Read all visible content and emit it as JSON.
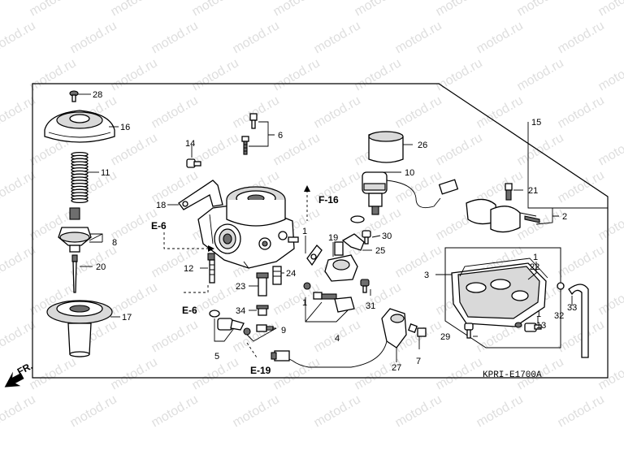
{
  "watermark": "motod.ru",
  "diagram_code": "KPRI-E1700A",
  "front_marker": "FR.",
  "callouts": {
    "c1a": "1",
    "c1b": "1",
    "c1c": "1",
    "c2": "2",
    "c3": "3",
    "c4": "4",
    "c5": "5",
    "c6": "6",
    "c7": "7",
    "c8": "8",
    "c9": "9",
    "c10": "10",
    "c11": "11",
    "c12": "12",
    "c13": "13",
    "c14": "14",
    "c15": "15",
    "c16": "16",
    "c17": "17",
    "c18": "18",
    "c19": "19",
    "c20": "20",
    "c21": "21",
    "c22": "22",
    "c23": "23",
    "c24": "24",
    "c25": "25",
    "c26": "26",
    "c27": "27",
    "c28": "28",
    "c29": "29",
    "c30": "30",
    "c31": "31",
    "c32": "32",
    "c33": "33",
    "c34": "34"
  },
  "references": {
    "e6_upper": "E-6",
    "e6_lower": "E-6",
    "f16": "F-16",
    "e19": "E-19"
  }
}
